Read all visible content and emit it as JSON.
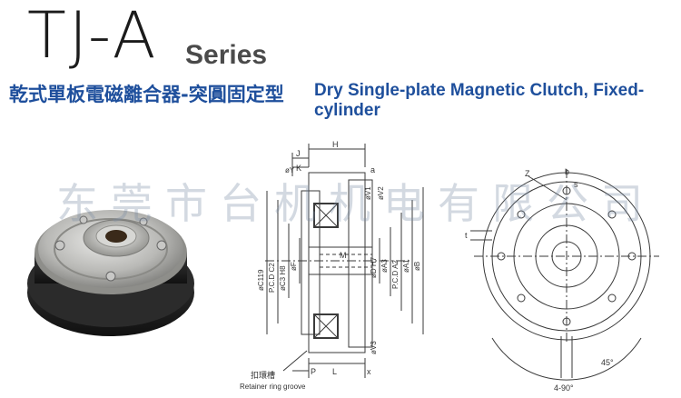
{
  "header": {
    "model": "TJ-A",
    "series": "Series",
    "subtitle_cn": "乾式單板電磁離合器-突圓固定型",
    "subtitle_en": "Dry Single-plate Magnetic Clutch, Fixed-cylinder"
  },
  "watermark": "东莞市台机机电有限公司",
  "side_view": {
    "labels": {
      "H": "H",
      "J": "J",
      "K": "K",
      "Y": "Y",
      "a": "a",
      "aY": "øY",
      "aC119": "øC119",
      "pcd_c2": "P.C.D C2",
      "c3h8": "øC3 H8",
      "phiF": "øF",
      "M": "M",
      "dH7": "øD H7",
      "A3": "øA3",
      "pcd_a2": "P.C.D A2",
      "A1": "øA1",
      "phiB": "øB",
      "V1": "øV1",
      "V2": "øV2",
      "V3": "øV3",
      "P": "P",
      "L": "L",
      "x": "x",
      "retainer_cn": "扣環槽",
      "retainer_en": "Retainer ring groove"
    }
  },
  "front_view": {
    "labels": {
      "b": "b",
      "Z": "Z",
      "t": "t",
      "s": "s",
      "deg45": "45°",
      "deg90": "4-90°"
    }
  },
  "colors": {
    "accent": "#1e4f9c",
    "line": "#3a3a3a"
  }
}
